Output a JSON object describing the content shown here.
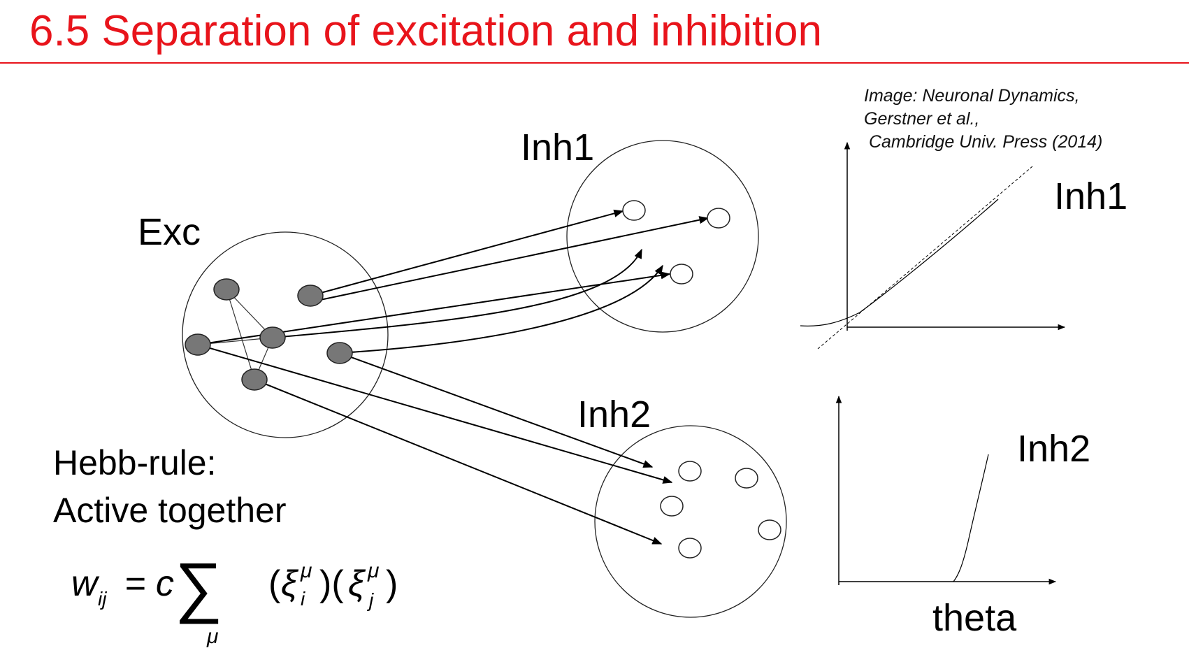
{
  "slide": {
    "title": "6.5 Separation of excitation and inhibition",
    "title_color": "#e8141b"
  },
  "citation": {
    "lines": [
      "Image: Neuronal Dynamics,",
      "Gerstner et al.,",
      " Cambridge Univ. Press (2014)"
    ]
  },
  "network": {
    "exc_label": "Exc",
    "inh1_label": "Inh1",
    "inh2_label": "Inh2",
    "exc_neuron_color": "#777777"
  },
  "hebb": {
    "line1": "Hebb-rule:",
    "line2": "Active together"
  },
  "formula": {
    "lhs": "w",
    "lhs_sub": "ij",
    "eq_c": "= c",
    "sum": "∑",
    "sum_sub": "μ",
    "xi": "ξ",
    "i": "i",
    "j": "j",
    "mu": "μ"
  },
  "gain_plots": {
    "top_label": "Inh1",
    "bottom_label": "Inh2",
    "x_label": "theta"
  }
}
